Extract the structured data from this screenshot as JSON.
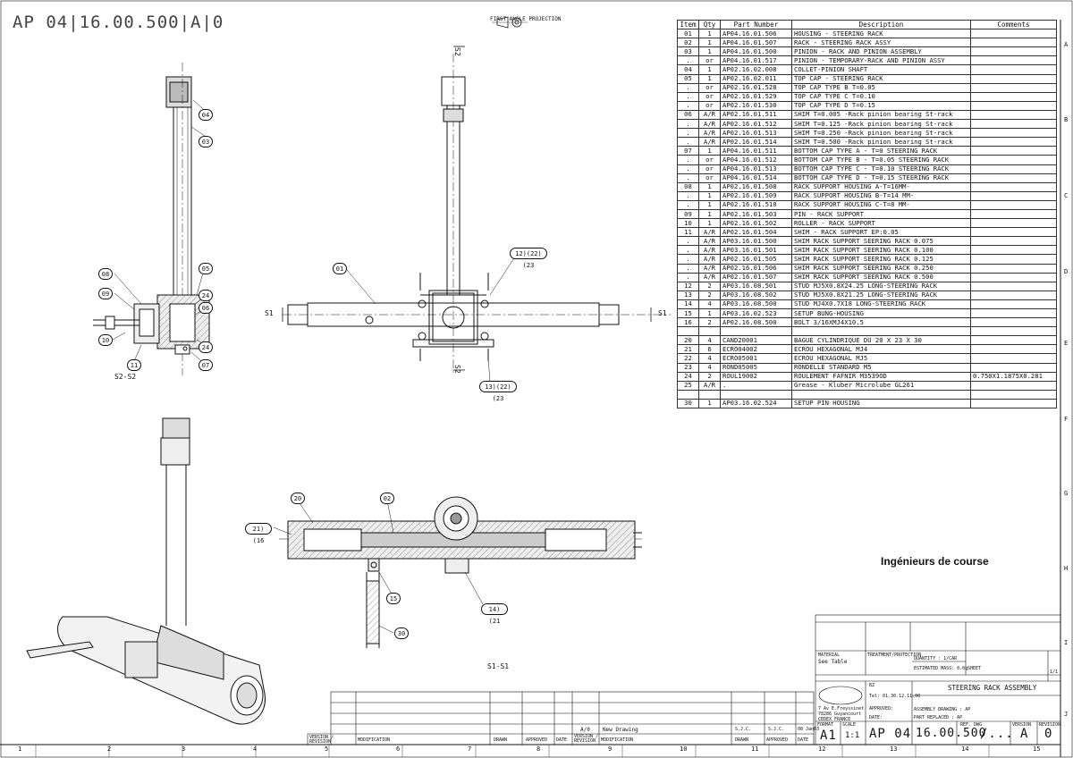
{
  "header": {
    "doc_code": "AP 04|16.00.500|A|0",
    "projection_label": "FIRST ANGLE PROJECTION",
    "watermark": "Ingénieurs de course"
  },
  "views": {
    "s2_label": "S2-S2",
    "s1_label": "S1-S1",
    "s1_marker": "S1",
    "s2_marker": "S2"
  },
  "callouts": {
    "v1": [
      "04",
      "03",
      "08",
      "05",
      "09",
      "24",
      "06",
      "10",
      "24",
      "11",
      "07"
    ],
    "v2": [
      "01",
      "12)(22)(23",
      "13)(22)(23"
    ],
    "v3": [
      "20",
      "02",
      "21)(16",
      "15",
      "14)(21",
      "30"
    ]
  },
  "bom": {
    "headers": [
      "Item",
      "Qty",
      "Part Number",
      "Description",
      "Comments"
    ],
    "rows": [
      [
        "01",
        "1",
        "AP04.16.01.506",
        "HOUSING - STEERING RACK",
        ""
      ],
      [
        "02",
        "1",
        "AP04.16.01.507",
        "RACK - STEERING RACK ASSY",
        ""
      ],
      [
        "03",
        "1",
        "AP04.16.01.500",
        "PINION - RACK AND PINION ASSEMBLY",
        ""
      ],
      [
        ".",
        "or",
        "AP04.16.01.517",
        "PINION - TEMPORARY-RACK AND PINION ASSY",
        ""
      ],
      [
        "04",
        "1",
        "AP02.16.02.008",
        "COLLET-PINION SHAFT",
        ""
      ],
      [
        "05",
        "1",
        "AP02.16.02.011",
        "TOP CAP - STEERING RACK",
        ""
      ],
      [
        ".",
        "or",
        "AP02.16.01.528",
        "TOP CAP TYPE B T=0.05",
        ""
      ],
      [
        ".",
        "or",
        "AP02.16.01.529",
        "TOP CAP TYPE C T=0.10",
        ""
      ],
      [
        ".",
        "or",
        "AP02.16.01.530",
        "TOP CAP TYPE D T=0.15",
        ""
      ],
      [
        "06",
        "A/R",
        "AP02.16.01.511",
        "SHIM T=0.005 -Rack pinion bearing St-rack",
        ""
      ],
      [
        ".",
        "A/R",
        "AP02.16.01.512",
        "SHIM T=0.125 -Rack pinion bearing St-rack",
        ""
      ],
      [
        ".",
        "A/R",
        "AP02.16.01.513",
        "SHIM T=0.250 -Rack pinion bearing St-rack",
        ""
      ],
      [
        ".",
        "A/R",
        "AP02.16.01.514",
        "SHIM T=0.500 -Rack pinion bearing St-rack",
        ""
      ],
      [
        "07",
        "1",
        "AP04.16.01.511",
        "BOTTOM CAP TYPE A - T=0 STEERING RACK",
        ""
      ],
      [
        ".",
        "or",
        "AP04.16.01.512",
        "BOTTOM CAP TYPE B - T=0.05 STEERING RACK",
        ""
      ],
      [
        ".",
        "or",
        "AP04.16.01.513",
        "BOTTOM CAP TYPE C - T=0.10 STEERING RACK",
        ""
      ],
      [
        ".",
        "or",
        "AP04.16.01.514",
        "BOTTOM CAP TYPE D - T=0.15 STEERING RACK",
        ""
      ],
      [
        "08",
        "1",
        "AP02.16.01.508",
        "RACK SUPPORT HOUSING A-T=16MM-",
        ""
      ],
      [
        ".",
        "1",
        "AP02.16.01.509",
        "RACK SUPPORT HOUSING B-T=14 MM-",
        ""
      ],
      [
        ".",
        "1",
        "AP02.16.01.510",
        "RACK SUPPORT HOUSING C-T=8 MM-",
        ""
      ],
      [
        "09",
        "1",
        "AP02.16.01.503",
        "PIN - RACK SUPPORT",
        ""
      ],
      [
        "10",
        "1",
        "AP02.16.01.502",
        "ROLLER - RACK SUPPORT",
        ""
      ],
      [
        "11",
        "A/R",
        "AP02.16.01.504",
        "SHIM - RACK SUPPORT EP:0.05",
        ""
      ],
      [
        ".",
        "A/R",
        "AP03.16.01.500",
        "SHIM RACK SUPPORT SEERING RACK 0.075",
        ""
      ],
      [
        ".",
        "A/R",
        "AP03.16.01.501",
        "SHIM RACK SUPPORT SEERING RACK 0.100",
        ""
      ],
      [
        ".",
        "A/R",
        "AP02.16.01.505",
        "SHIM RACK SUPPORT SEERING RACK 0.125",
        ""
      ],
      [
        ".",
        "A/R",
        "AP02.16.01.506",
        "SHIM RACK SUPPORT SEERING RACK 0.250",
        ""
      ],
      [
        ".",
        "A/R",
        "AP02.16.01.507",
        "SHIM RACK SUPPORT SEERING RACK 0.500",
        ""
      ],
      [
        "12",
        "2",
        "AP03.16.08.501",
        "STUD MJ5X0.8X24.25 LONG-STEERING RACK",
        ""
      ],
      [
        "13",
        "2",
        "AP03.16.08.502",
        "STUD MJ5X0.8X21.25 LONG-STEERING RACK",
        ""
      ],
      [
        "14",
        "4",
        "AP03.16.08.500",
        "STUD MJ4X0.7X18 LONG-STEERING RACK",
        ""
      ],
      [
        "15",
        "1",
        "AP03.16.02.523",
        "SETUP BUNG-HOUSING",
        ""
      ],
      [
        "16",
        "2",
        "AP02.16.08.500",
        "BOLT 3/16XMJ4X10.5",
        ""
      ],
      [
        "",
        "",
        "",
        "",
        ""
      ],
      [
        "20",
        "4",
        "CAND20001",
        "BAGUE CYLINDRIQUE DU 20 X 23 X 30",
        ""
      ],
      [
        "21",
        "6",
        "ECRO04002",
        "ECROU HEXAGONAL MJ4",
        ""
      ],
      [
        "22",
        "4",
        "ECRO05001",
        "ECROU HEXAGONAL MJ5",
        ""
      ],
      [
        "23",
        "4",
        "ROND05005",
        "RONDELLE STANDARD M5",
        ""
      ],
      [
        "24",
        "2",
        "ROUL19002",
        "ROULEMENT FAFNIR M3539OD",
        "0.750X1.1875X0.281"
      ],
      [
        "25",
        "A/R",
        ".",
        "Grease - Kluber Microlube GL261",
        ""
      ],
      [
        "",
        "",
        "",
        "",
        ""
      ],
      [
        "30",
        "1",
        "AP03.16.02.524",
        "SETUP PIN HOUSING",
        ""
      ]
    ]
  },
  "title_block": {
    "drawing_title": "STEERING RACK ASSEMBLY",
    "material_label": "MATERIAL",
    "material_value": "See Table",
    "treatment_label": "TREATMENT/PROTECTION",
    "quantity_label": "QUANTITY : 1/CAR",
    "mass_label": "ESTIMATED MASS: 0.0g",
    "address_1": "7 Av E.Freyssinet",
    "address_2": "78286 Guyancourt",
    "address_3": "CEDEX FRANCE",
    "approved_label": "APPROVED:",
    "date_label": "DATE:",
    "assembly_label": "ASSEMBLY DRAWING : AP",
    "part_replaced_label": "PART REPLACED : AP",
    "format_label": "FORMAT",
    "scale_label": "SCALE",
    "format_value": "A1",
    "scale_value": "1:1",
    "ref_label": "REF. DWG",
    "version_label": "VERSION",
    "revision_label": "REVISION",
    "prefix": "AP 04",
    "number": "16.00.500",
    "ref_value": "/...",
    "version_value": "A",
    "revision_value": "0",
    "sheet_label": "SHEET",
    "sheet_value": "1/1",
    "designer": "BZ",
    "tel": "Tel: 01.30.12.11.00"
  },
  "revision_table": {
    "version_value": "A/0",
    "modification_value": "New Drawing",
    "drawn_value": "S.J.C.",
    "approved_value": "S.J.C.",
    "date_value": "08 Jan03",
    "col_version": "VERSION / REVISION",
    "col_modification": "MODIFICATION",
    "col_drawn": "DRAWN",
    "col_approved": "APPROVED",
    "col_date": "DATE"
  },
  "grid": {
    "columns": [
      "1",
      "2",
      "3",
      "4",
      "5",
      "6",
      "7",
      "8",
      "9",
      "10",
      "11",
      "12",
      "13",
      "14",
      "15"
    ],
    "rows": [
      "A",
      "B",
      "C",
      "D",
      "E",
      "F",
      "G",
      "H",
      "I",
      "J"
    ]
  }
}
